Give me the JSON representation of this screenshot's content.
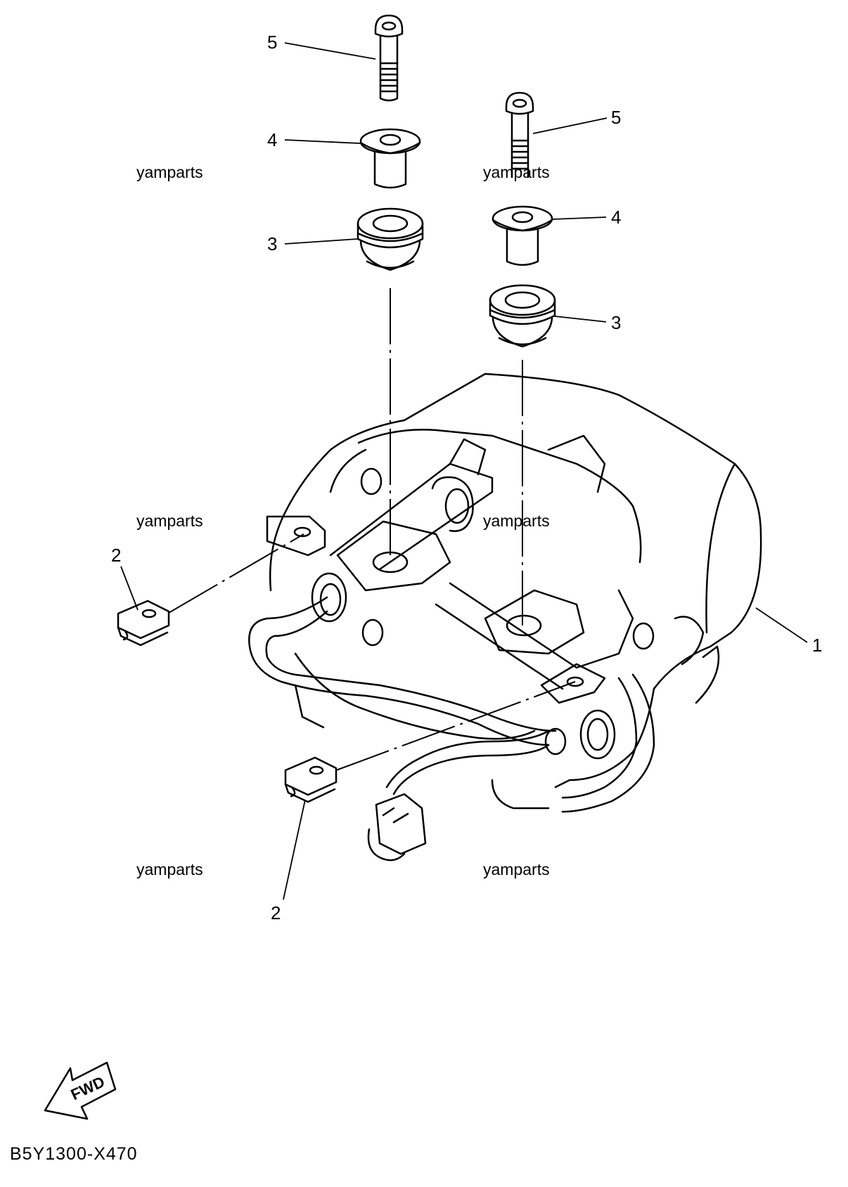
{
  "callouts": {
    "bolt_left": "5",
    "bolt_right": "5",
    "collar_left": "4",
    "collar_right": "4",
    "grommet_left": "3",
    "grommet_right": "3",
    "nut_left": "2",
    "nut_bottom": "2",
    "seat": "1"
  },
  "watermarks": [
    "yamparts",
    "yamparts",
    "yamparts",
    "yamparts",
    "yamparts",
    "yamparts"
  ],
  "fwd_label": "FWD",
  "diagram_code": "B5Y1300-X470"
}
